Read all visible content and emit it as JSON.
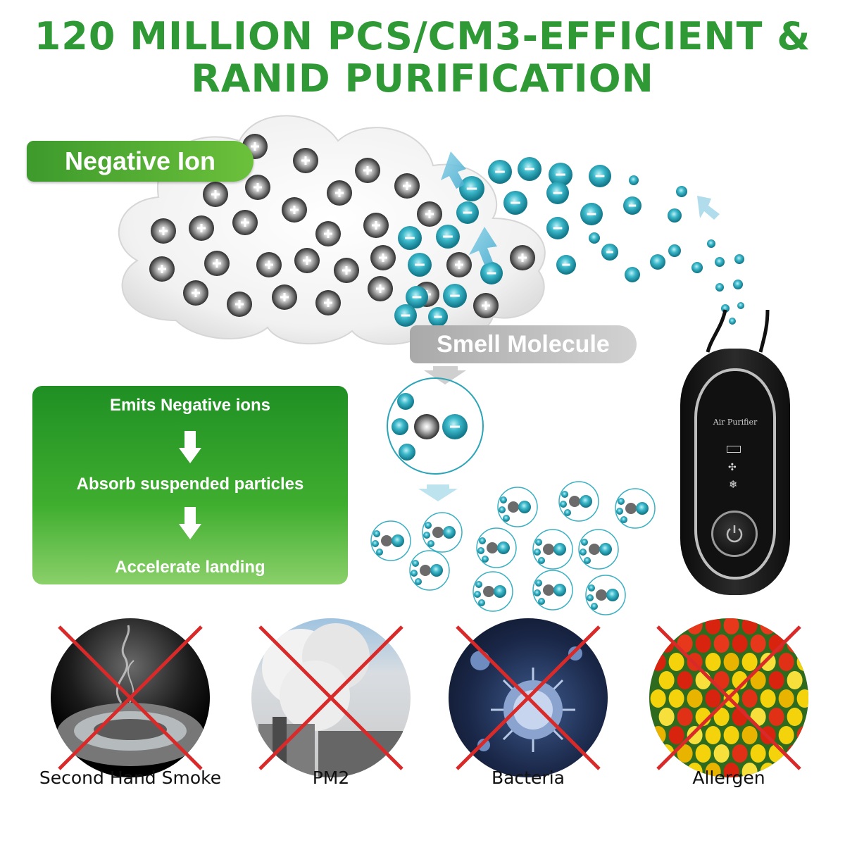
{
  "headline": {
    "line1": "120 MILLION PCS/CM3-EFFICIENT &",
    "line2": "RANID PURIFICATION"
  },
  "tags": {
    "negative_ion": "Negative Ion",
    "smell_molecule": "Smell Molecule"
  },
  "process": {
    "steps": [
      "Emits Negative ions",
      "Absorb suspended particles",
      "Accelerate landing"
    ]
  },
  "device": {
    "label": "Air Purifier",
    "icons": [
      "battery-icon",
      "fan-icon",
      "snowflake-icon",
      "power-icon"
    ]
  },
  "hazards": [
    {
      "label": "Second Hand Smoke",
      "icon": "smoke-icon"
    },
    {
      "label": "PM2",
      "icon": "factory-smoke-icon"
    },
    {
      "label": "Bacteria",
      "icon": "virus-icon"
    },
    {
      "label": "Allergen",
      "icon": "flower-icon"
    }
  ],
  "colors": {
    "headline_green": "#2f9a35",
    "ion_teal": "#2aa5b8",
    "particle_gray": "#555555",
    "cross_red": "#d92a2a"
  }
}
